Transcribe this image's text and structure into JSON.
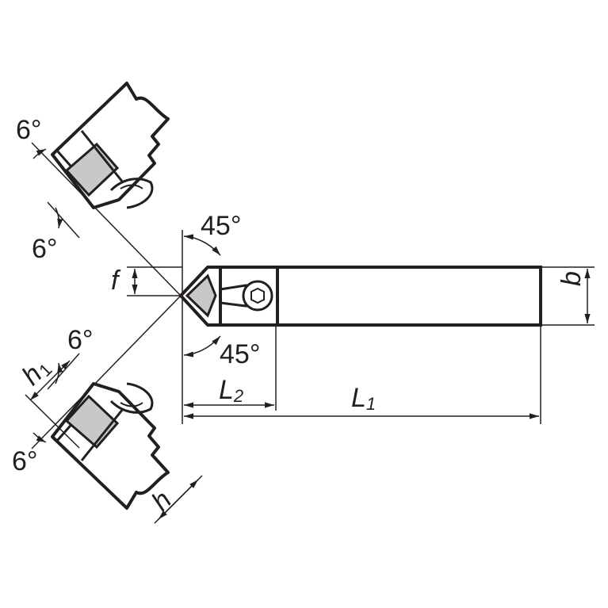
{
  "labels": {
    "angle_top_upper": "6°",
    "angle_bottom_upper": "6°",
    "angle_top_lower": "6°",
    "angle_bottom_lower": "6°",
    "angle_45_top": "45°",
    "angle_45_bottom": "45°",
    "f": "f",
    "b": "b",
    "h": "h",
    "h1": "h",
    "h1_sub": "1",
    "L1": "L",
    "L1_sub": "1",
    "L2": "L",
    "L2_sub": "2"
  },
  "colors": {
    "line": "#231f20",
    "insert": "#c8c8c8"
  }
}
